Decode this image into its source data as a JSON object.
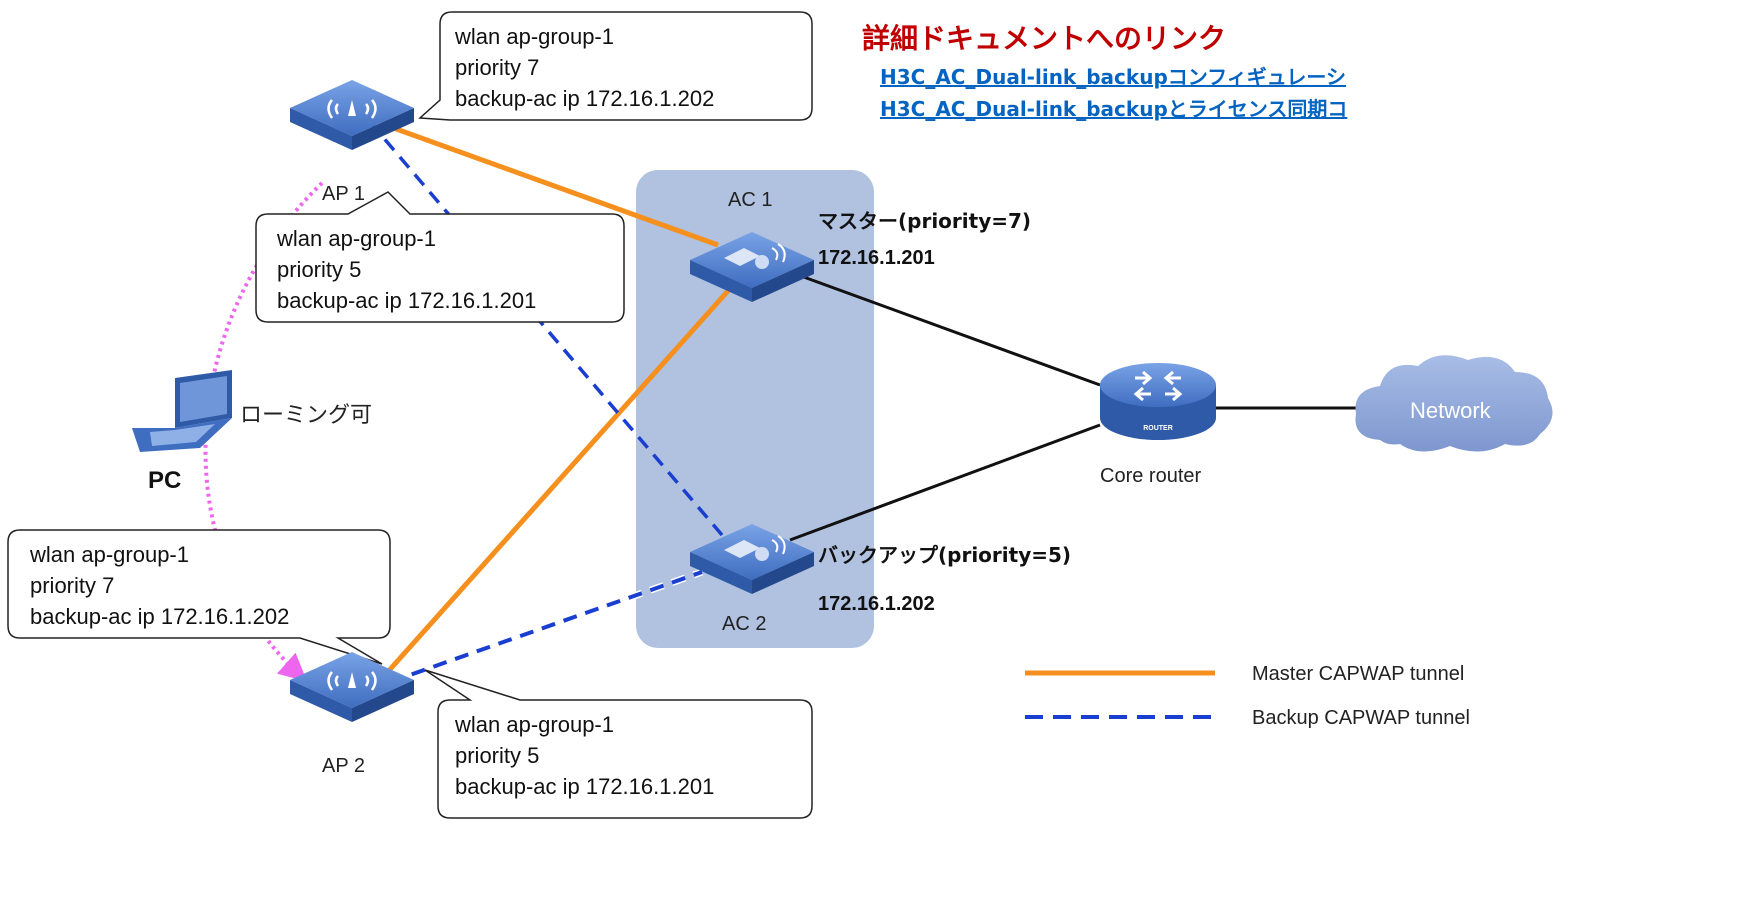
{
  "header": {
    "title": "詳細ドキュメントへのリンク",
    "links": [
      "H3C_AC_Dual-link_backupコンフィギュレーシ",
      "H3C_AC_Dual-link_backupとライセンス同期コ"
    ]
  },
  "devices": {
    "ap1": "AP 1",
    "ap2": "AP 2",
    "ac1": "AC 1",
    "ac2": "AC 2",
    "router_icon_text": "ROUTER",
    "router": "Core router",
    "network": "Network",
    "pc": "PC"
  },
  "ac_info": {
    "ac1_role": "マスター(priority=7)",
    "ac1_ip": "172.16.1.201",
    "ac2_role": "バックアップ(priority=5)",
    "ac2_ip": "172.16.1.202"
  },
  "roaming": "ローミング可",
  "callouts": {
    "ap1_master": [
      "wlan ap-group-1",
      "priority 7",
      "backup-ac ip 172.16.1.202"
    ],
    "ap1_backup": [
      "wlan ap-group-1",
      "priority 5",
      "backup-ac ip 172.16.1.201"
    ],
    "ap2_master": [
      "wlan ap-group-1",
      "priority 7",
      "backup-ac ip 172.16.1.202"
    ],
    "ap2_backup": [
      "wlan ap-group-1",
      "priority 5",
      "backup-ac ip 172.16.1.201"
    ]
  },
  "legend": {
    "master": "Master CAPWAP tunnel",
    "backup": "Backup CAPWAP tunnel"
  },
  "colors": {
    "master_tunnel": "#f5901e",
    "backup_tunnel": "#1a3fd0",
    "roaming_arrow": "#ee66ee",
    "title_red": "#c00000",
    "link_blue": "#0563c1",
    "ac_zone": "#b0c2e0",
    "device": "#4a79c8",
    "cloud": "#8fa6d8"
  }
}
